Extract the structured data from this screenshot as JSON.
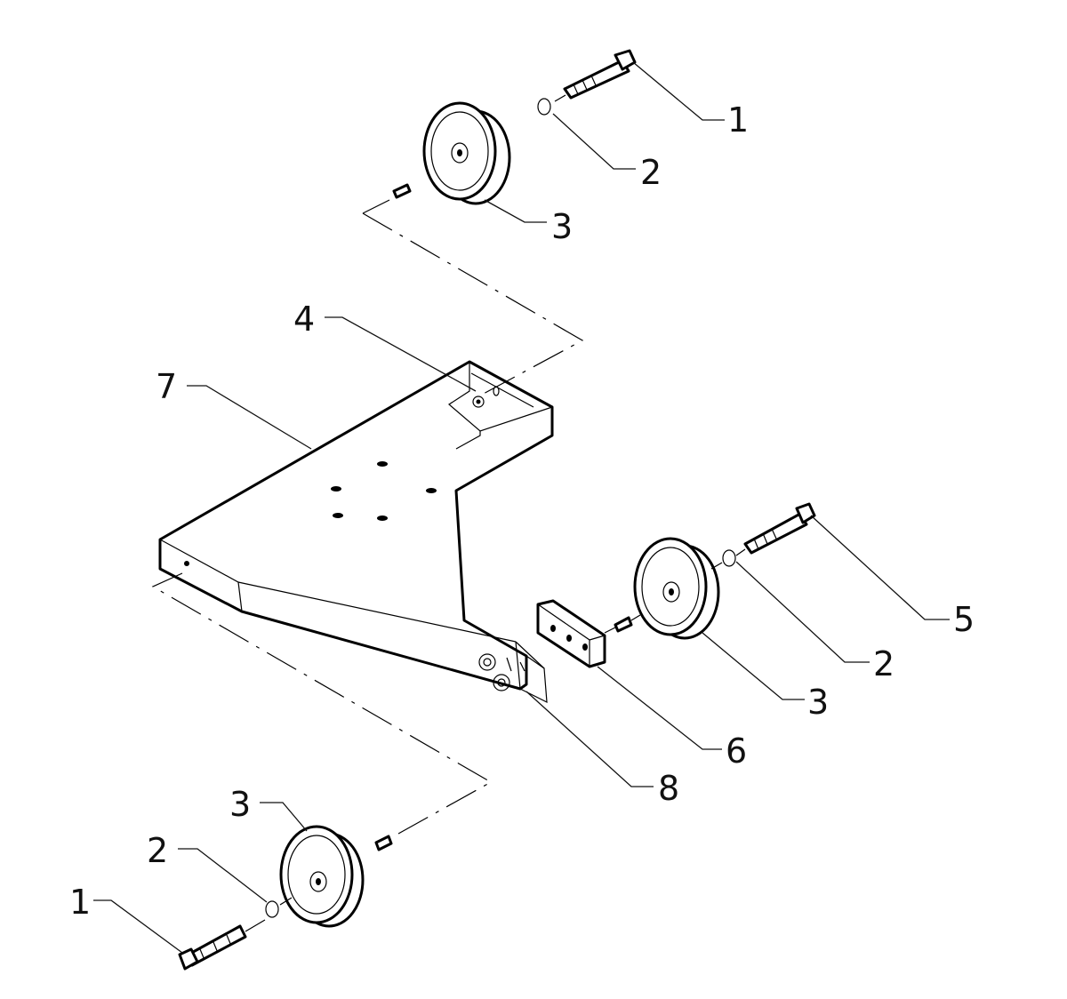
{
  "callouts": [
    {
      "id": "c-1-top",
      "label": "1"
    },
    {
      "id": "c-2-top",
      "label": "2"
    },
    {
      "id": "c-3-top",
      "label": "3"
    },
    {
      "id": "c-4",
      "label": "4"
    },
    {
      "id": "c-7",
      "label": "7"
    },
    {
      "id": "c-5",
      "label": "5"
    },
    {
      "id": "c-2-right",
      "label": "2"
    },
    {
      "id": "c-3-right",
      "label": "3"
    },
    {
      "id": "c-6",
      "label": "6"
    },
    {
      "id": "c-8",
      "label": "8"
    },
    {
      "id": "c-3-bottom",
      "label": "3"
    },
    {
      "id": "c-2-bottom",
      "label": "2"
    },
    {
      "id": "c-1-bottom",
      "label": "1"
    }
  ]
}
